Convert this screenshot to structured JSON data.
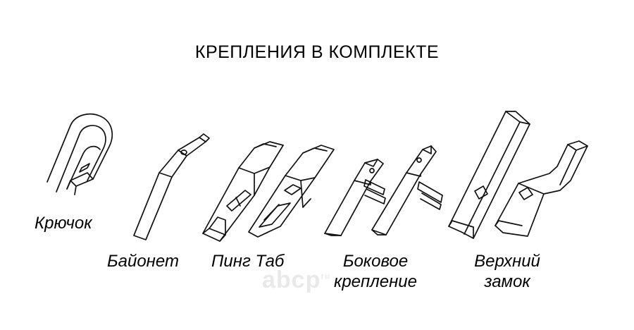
{
  "title": "КРЕПЛЕНИЯ В КОМПЛЕКТЕ",
  "watermark": "abcp",
  "watermark_suffix": "ru",
  "items": [
    {
      "label": "Крючок",
      "icon": "hook-adapter-icon"
    },
    {
      "label": "Байонет",
      "icon": "bayonet-adapter-icon"
    },
    {
      "label": "Пинг Таб",
      "icon": "pinch-tab-adapter-icon"
    },
    {
      "label_line1": "Боковое",
      "label_line2": "крепление",
      "icon": "side-pin-adapter-icon"
    },
    {
      "label_line1": "Верхний",
      "label_line2": "замок",
      "icon": "top-lock-adapter-icon"
    }
  ]
}
